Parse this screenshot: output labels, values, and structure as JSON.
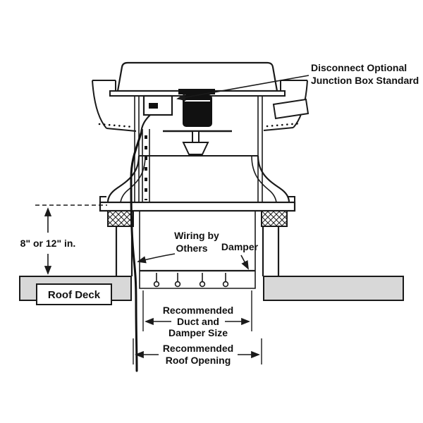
{
  "title": "Roof exhaust fan installation cross-section diagram",
  "colors": {
    "ink": "#1a1a1a",
    "roof_fill": "#d8d8d8",
    "background": "#ffffff"
  },
  "labels": {
    "disconnect_line1": "Disconnect Optional",
    "disconnect_line2": "Junction Box Standard",
    "curb_height": "8\" or 12\" in.",
    "wiring_line1": "Wiring by",
    "wiring_line2": "Others",
    "damper": "Damper",
    "roof_deck": "Roof Deck",
    "duct_size_line1": "Recommended",
    "duct_size_line2": "Duct and",
    "duct_size_line3": "Damper Size",
    "roof_opening_line1": "Recommended",
    "roof_opening_line2": "Roof Opening"
  }
}
